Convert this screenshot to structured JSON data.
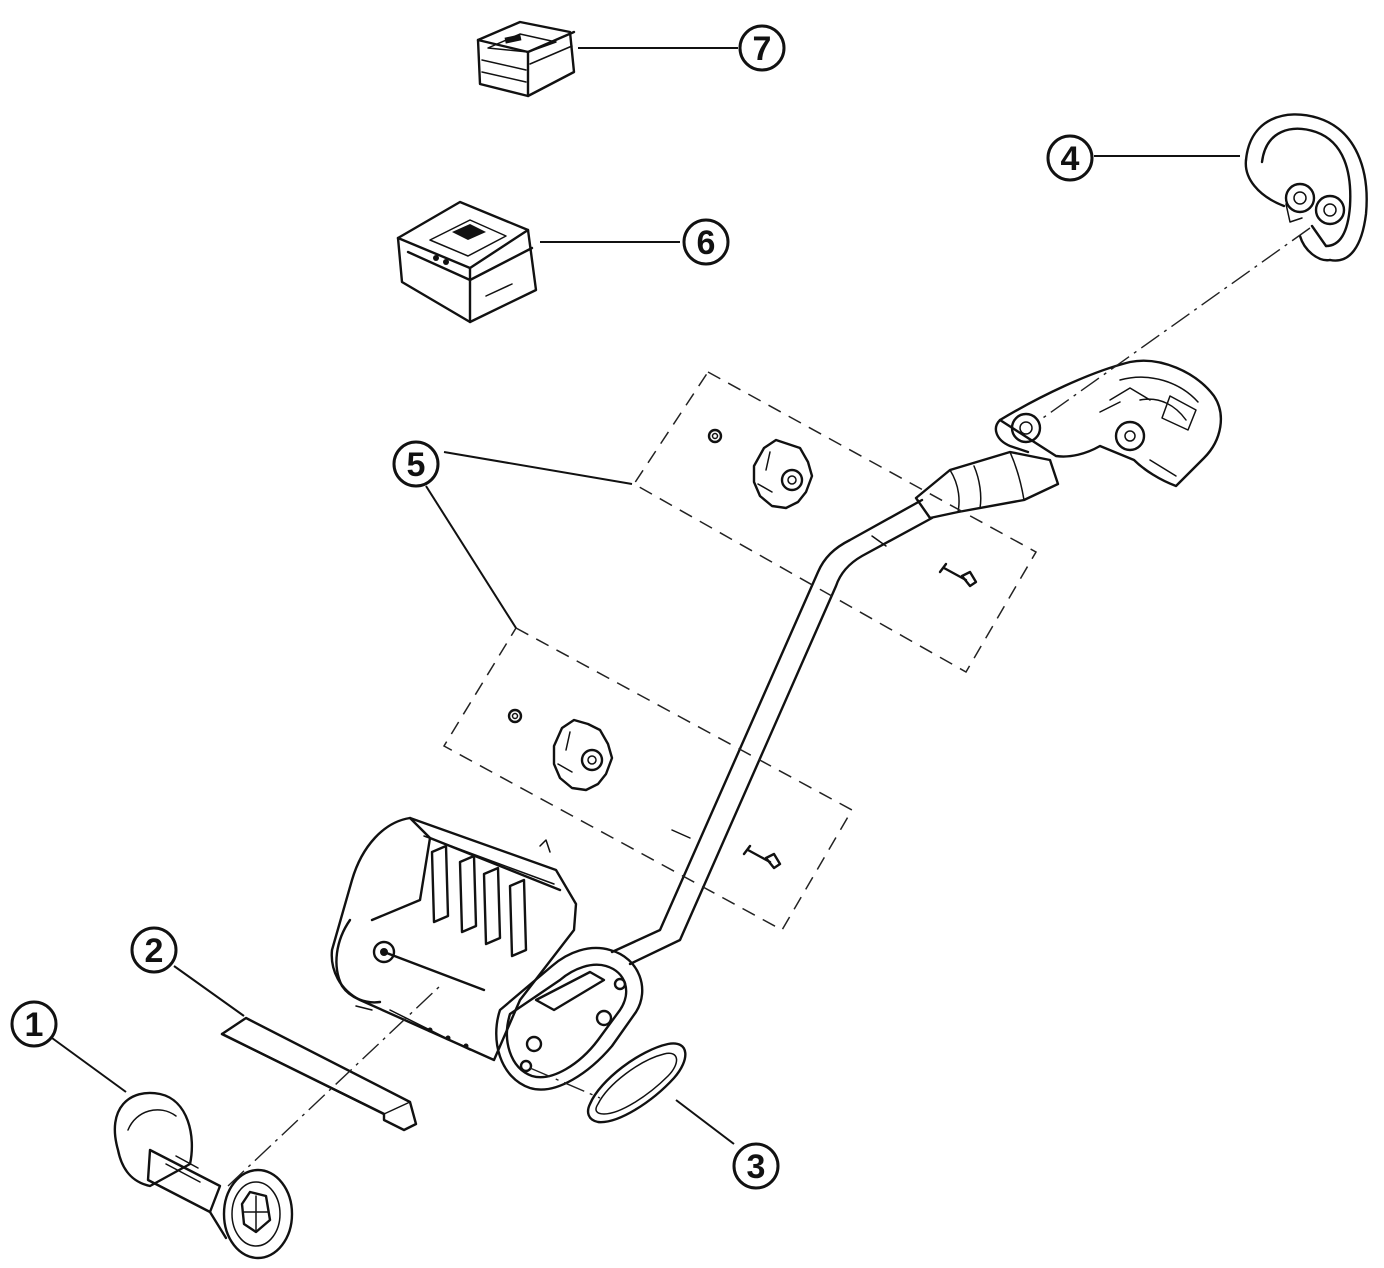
{
  "callouts": [
    {
      "id": "1",
      "label": "1"
    },
    {
      "id": "2",
      "label": "2"
    },
    {
      "id": "3",
      "label": "3"
    },
    {
      "id": "4",
      "label": "4"
    },
    {
      "id": "5a",
      "label": "5"
    },
    {
      "id": "5b",
      "label": "5"
    },
    {
      "id": "6",
      "label": "6"
    },
    {
      "id": "7",
      "label": "7"
    }
  ]
}
